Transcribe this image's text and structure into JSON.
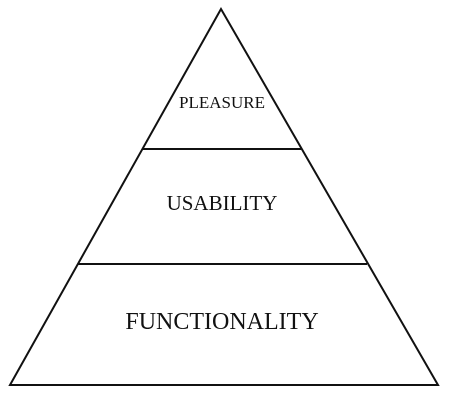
{
  "diagram": {
    "tiers": [
      {
        "id": "pleasure",
        "label": "PLEASURE"
      },
      {
        "id": "usability",
        "label": "USABILITY"
      },
      {
        "id": "functionality",
        "label": "FUNCTIONALITY"
      }
    ],
    "colors": {
      "stroke": "#111111",
      "fill": "#ffffff",
      "text": "#111111"
    }
  }
}
